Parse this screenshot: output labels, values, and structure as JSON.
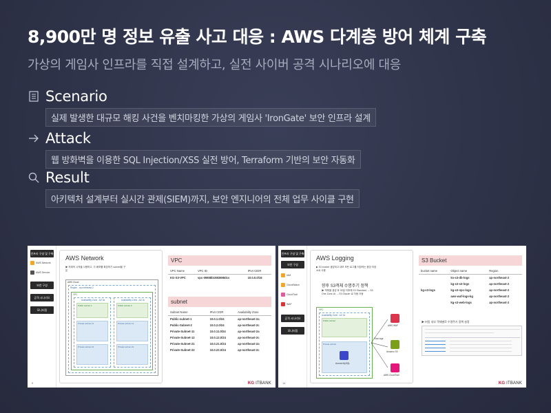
{
  "headline": "8,900만 명 정보 유출 사고 대응 : AWS 다계층 방어 체계 구축",
  "subline": "가상의 게임사 인프라를 직접 설계하고, 실전 사이버 공격 시나리오에 대응",
  "sections": [
    {
      "icon": "document-icon",
      "title": "Scenario",
      "desc": "실제 발생한 대규모 해킹 사건을 벤치마킹한 가상의 게임사 'IronGate' 보안 인프라 설계"
    },
    {
      "icon": "arrow-right-icon",
      "title": "Attack",
      "desc": "웹 방화벽을 이용한 SQL Injection/XSS 실전 방어, Terraform 기반의 보안 자동화"
    },
    {
      "icon": "search-icon",
      "title": "Result",
      "desc": "아키텍처 설계부터 실시간 관제(SIEM)까지, 보안 엔지니어의 전체 업무 사이클 구현"
    }
  ],
  "slide1": {
    "sidebar": {
      "top_button": "인프라 구성 및 구축",
      "logo1": "AWS Network",
      "logo2": "AWS Service",
      "buttons": [
        "보안 구성",
        "공격 시나리오",
        "모니터링"
      ]
    },
    "panel_title": "AWS Network",
    "note": "▶ 하위의 시작을 사용하고, 각 배포를 확장하기 subnet을 구분",
    "diagram": {
      "cloud": "AWS Cloud",
      "region": "Region - ap-northeast-2",
      "vpc": "VPC",
      "az_a": "Availability Zone - AZ 2a",
      "az_c": "Availability Zone - AZ 2c",
      "public_a": "Public subnet 1",
      "public_c": "Public subnet 2",
      "private_a": "Private subnet 11",
      "private_c": "Private subnet 12",
      "private_a2": "Private subnet 21",
      "private_c2": "Private subnet 22"
    },
    "vpc_header": "VPC",
    "vpc_columns": [
      "VPC Name",
      "VPC ID",
      "IPv4 CIDR"
    ],
    "vpc_rows": [
      [
        "KG-S3-VPC",
        "vpc-09808b1983698dcs",
        "10.0.0.0/16"
      ]
    ],
    "subnet_header": "subnet",
    "subnet_columns": [
      "Subnet Name",
      "IPv4 CIDR",
      "Availability Zone"
    ],
    "subnet_rows": [
      [
        "Public-subnet-1",
        "10.0.1.0/24",
        "ap-northeast-2a"
      ],
      [
        "Public-Subnet-2",
        "10.0.2.0/24",
        "ap-northeast-2c"
      ],
      [
        "Private-Subnet-11",
        "10.0.11.0/24",
        "ap-northeast-2a"
      ],
      [
        "Private-Subnet-12",
        "10.0.12.0/24",
        "ap-northeast-2c"
      ],
      [
        "Private-Subnet-21",
        "10.0.21.0/24",
        "ap-northeast-2a"
      ],
      [
        "Private-Subnet-22",
        "10.0.22.0/24",
        "ap-northeast-2c"
      ]
    ],
    "page": "9",
    "brand": "KG",
    "brand_sub": "ITBANK"
  },
  "slide2": {
    "sidebar": {
      "top_button": "인프라 구성 및 구축",
      "btn2": "보안 구성",
      "items": [
        "IAM",
        "CloudWatch",
        "CloudTrail",
        "WAF"
      ],
      "buttons": [
        "공격 시나리오",
        "모니터링"
      ]
    },
    "panel_title": "AWS Logging",
    "note": "▶ S3 bucket 생성하고 내보 모든 로그를 저장하는 중앙 저장소로 사용",
    "policy_title": "향후 S3객체 수명주기 정책",
    "policy_note": "▶ 객체별 생성 후 30일 이후에 S3 Standard → S3 One Zone-IA → S3 Glacier 로 자동 이동",
    "diagram": {
      "vpc": "VPC",
      "az": "Availability Zone : AZ 2a",
      "public": "Public subnet",
      "private": "Private subnet",
      "db": "Aurora MySQL",
      "flow": "Flow logs",
      "waf": "AWS WAF",
      "s3": "Amazon S3",
      "cf": "AWS CloudTrail"
    },
    "s3_header": "S3 Bucket",
    "s3_columns": [
      "bucket name",
      "Object name",
      "Region"
    ],
    "s3_bucket": "kg-s3-logs",
    "s3_rows": [
      [
        "ks-s3-db-logs",
        "ap-northeast-2"
      ],
      [
        "kg-s3-s3-logs",
        "ap-northeast-2"
      ],
      [
        "kg-s3-vpc-logs",
        "ap-northeast-2"
      ],
      [
        "aws-waf-logs-kg",
        "ap-northeast-2"
      ],
      [
        "kg-s3-web-logs",
        "ap-northeast-2"
      ]
    ],
    "lifecycle_note": "▶ 버킷 내부 객체별로 수명주기 정책 설정",
    "page": "14",
    "brand": "KG",
    "brand_sub": "ITBANK"
  }
}
